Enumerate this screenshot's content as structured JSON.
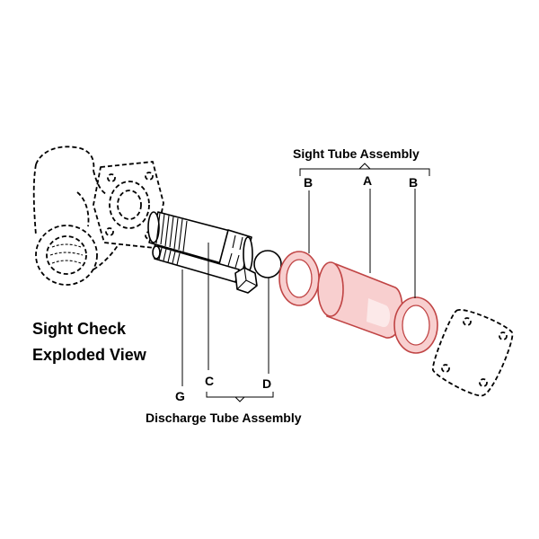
{
  "title": {
    "line1": "Sight Check",
    "line2": "Exploded View"
  },
  "assemblies": {
    "sight_tube": "Sight Tube Assembly",
    "discharge_tube": "Discharge Tube Assembly"
  },
  "part_labels": {
    "a": "A",
    "b_left": "B",
    "b_right": "B",
    "c": "C",
    "d": "D",
    "g": "G"
  },
  "colors": {
    "highlight_fill": "#f8cfcf",
    "highlight_stroke": "#c04444",
    "line": "#000000",
    "background": "#ffffff"
  }
}
